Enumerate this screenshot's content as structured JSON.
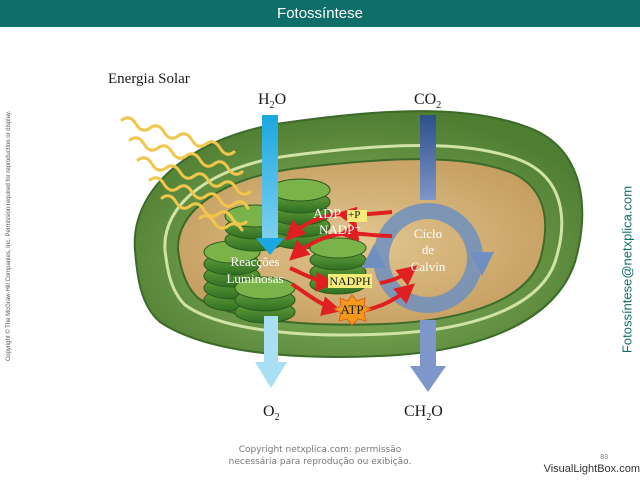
{
  "header": {
    "title": "Fotossíntese"
  },
  "diagram": {
    "solar_label": "Energia Solar",
    "inputs": {
      "water": "H2O",
      "co2": "CO2"
    },
    "outputs": {
      "oxygen": "O2",
      "sugar": "CH2O"
    },
    "light_reactions": [
      "Reacções",
      "Luminosas"
    ],
    "calvin_cycle": [
      "Ciclo",
      "de",
      "Calvin"
    ],
    "molecules": {
      "adp": "ADP",
      "pi": "+P",
      "nadp": "NADP⁺",
      "nadph": "NADPH",
      "atp": "ATP"
    }
  },
  "copyright_left": "Copyright © The McGraw-Hill Companies, Inc. Permission required for reproduction or display.",
  "credit_right": "Fotossíntese@netxplica.com",
  "footer": {
    "line1": "Copyright netxplica.com: permissão",
    "line2": "necessária para reprodução ou exibição."
  },
  "page_number": "83",
  "watermark": "VisualLightBox.com",
  "colors": {
    "title_bar": "#0e6e6a",
    "membrane": "#5f8f3c",
    "stroma": "#d7b57e",
    "arrow_red": "#e02020",
    "calvin_blue": "#6e8fc0"
  }
}
